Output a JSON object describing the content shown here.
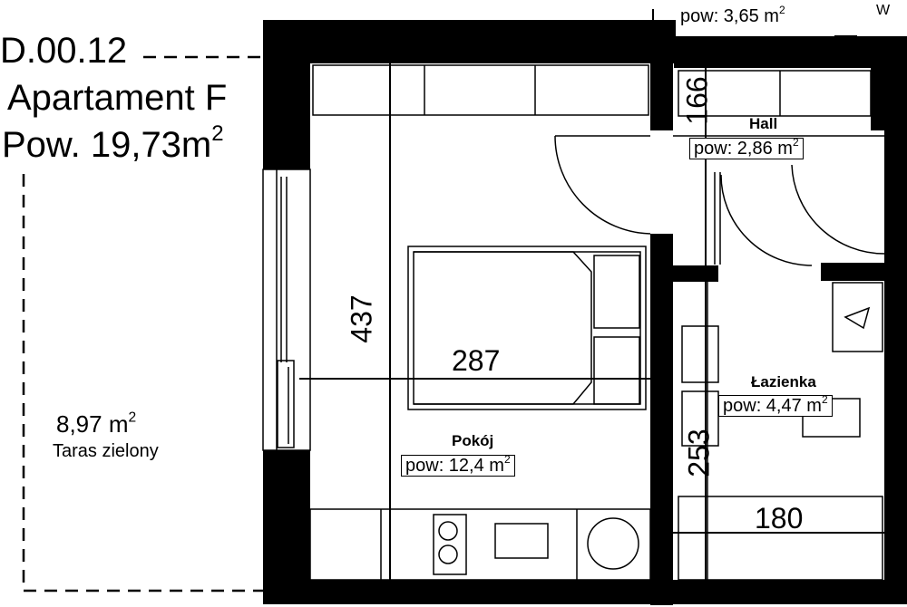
{
  "apartment": {
    "code": "D.00.12",
    "name": "Apartament F",
    "area_text": "Pow. 19,73m",
    "area_sup": "2"
  },
  "terrace": {
    "area_text": "8,97 m",
    "area_sup": "2",
    "label": "Taras zielony"
  },
  "rooms": {
    "top_right": {
      "area_text": "pow: 3,65 m",
      "area_sup": "2",
      "marker": "W"
    },
    "hall": {
      "name": "Hall",
      "area_text": "pow: 2,86 m",
      "area_sup": "2"
    },
    "bathroom": {
      "name": "Łazienka",
      "area_text": "pow: 4,47 m",
      "area_sup": "2"
    },
    "room": {
      "name": "Pokój",
      "area_text": "pow: 12,4 m",
      "area_sup": "2"
    }
  },
  "dimensions": {
    "room_height": "437",
    "room_width": "287",
    "hall_height": "166",
    "bath_height": "253",
    "bath_width": "180"
  },
  "colors": {
    "wall": "#000000",
    "line": "#000000",
    "background": "#ffffff"
  }
}
